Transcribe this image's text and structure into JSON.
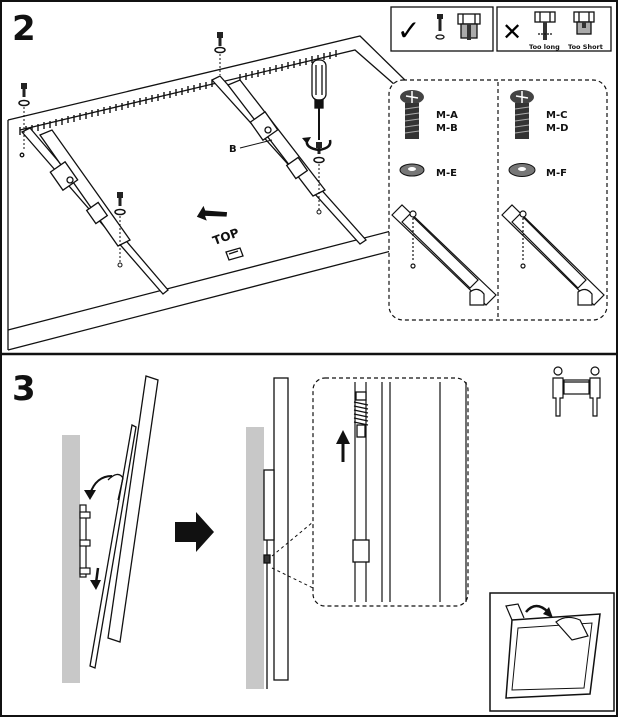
{
  "steps": [
    {
      "number": "2"
    },
    {
      "number": "3"
    }
  ],
  "step2": {
    "top_label": "TOP",
    "bracket_label": "B",
    "check_mark": "✓",
    "cross_mark": "✕",
    "too_long_label": "Too long",
    "too_short_label": "Too Short",
    "screws_left": [
      "M-A",
      "M-B"
    ],
    "washer_left": "M-E",
    "screws_right": [
      "M-C",
      "M-D"
    ],
    "washer_right": "M-F"
  },
  "colors": {
    "ink": "#111111",
    "wall_gray": "#c8c8c8",
    "screw_dark": "#333333",
    "washer_gray": "#777777"
  }
}
